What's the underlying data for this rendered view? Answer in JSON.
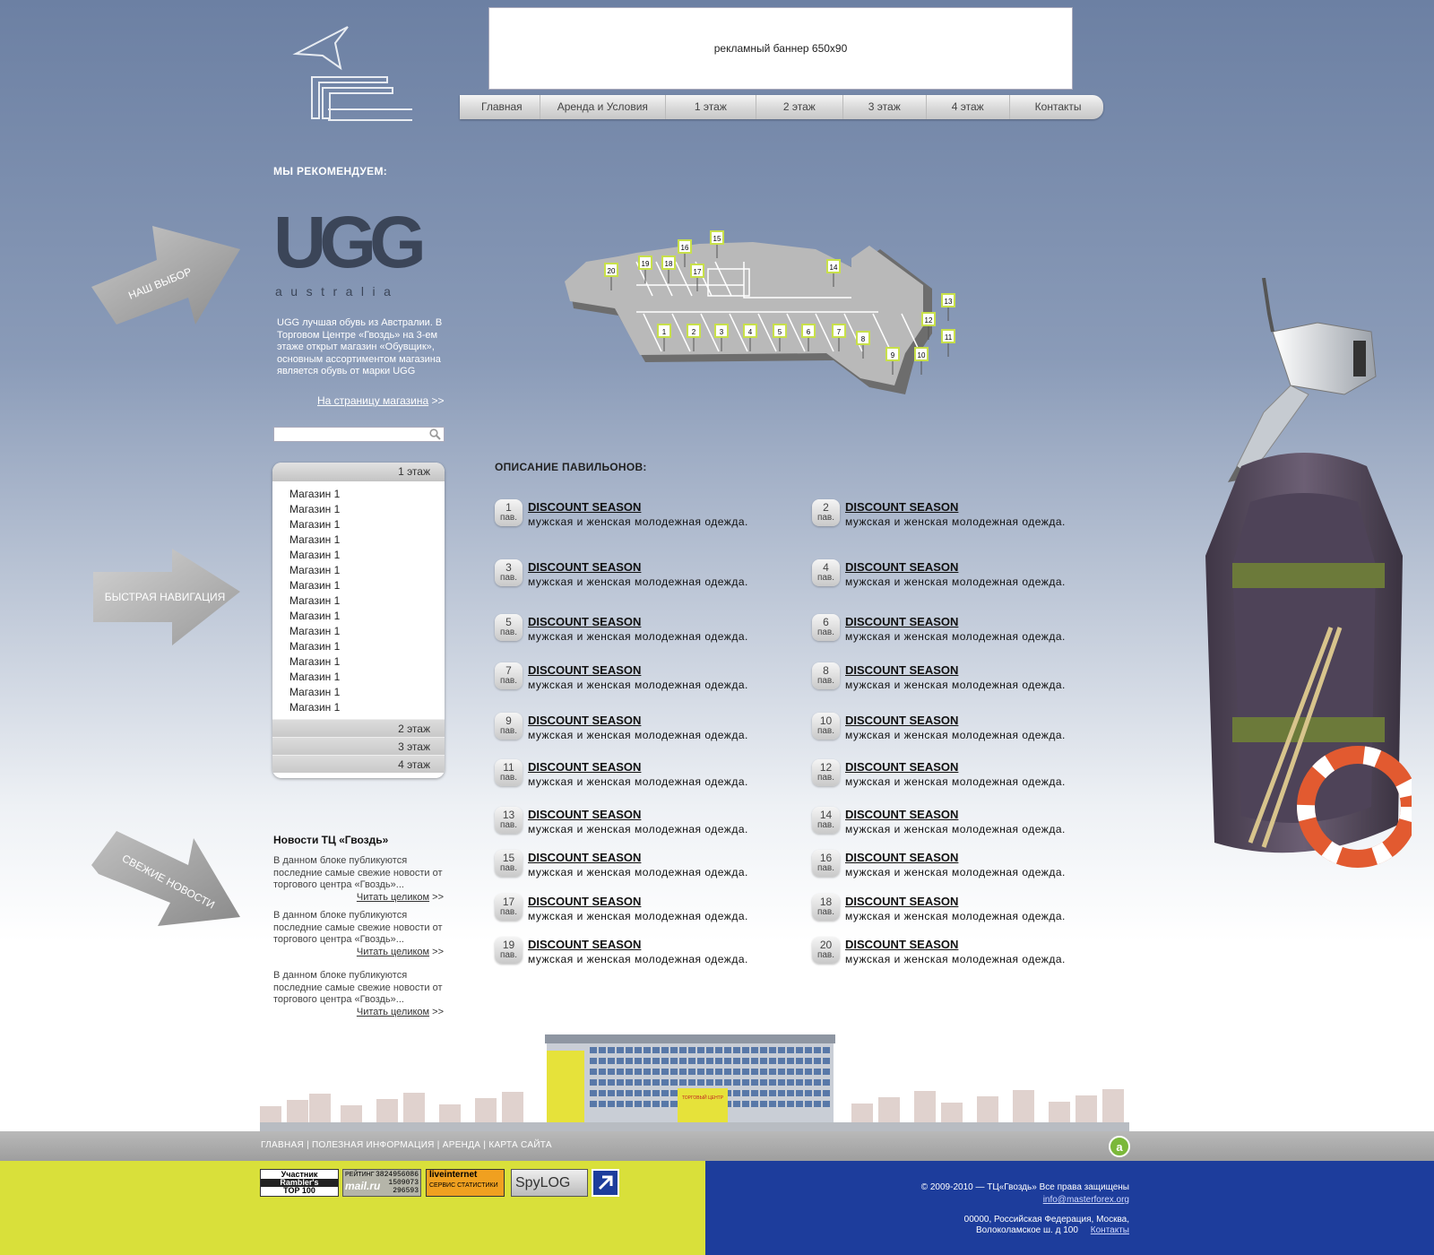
{
  "banner": {
    "text": "рекламный баннер 650x90"
  },
  "nav": {
    "items": [
      "Главная",
      "Аренда и Условия",
      "1 этаж",
      "2 этаж",
      "3 этаж",
      "4 этаж",
      "Контакты"
    ]
  },
  "recommend": {
    "title": "МЫ РЕКОМЕНДУЕМ:",
    "brand_text": "UGG",
    "brand_sub": "australia",
    "description": "UGG лучшая обувь из Австралии. В Торговом Центре «Гвоздь» на 3-ем этаже открыт магазин «Обувщик», основным ассортиментом магазина является обувь от марки UGG",
    "link_label": "На страницу магазина",
    "link_suffix": " >>"
  },
  "search": {
    "placeholder": ""
  },
  "quicknav": {
    "floor1": "1 этаж",
    "shops": [
      "Магазин 1",
      "Магазин 1",
      "Магазин 1",
      "Магазин 1",
      "Магазин 1",
      "Магазин 1",
      "Магазин 1",
      "Магазин 1",
      "Магазин 1",
      "Магазин 1",
      "Магазин 1",
      "Магазин 1",
      "Магазин 1",
      "Магазин 1",
      "Магазин 1"
    ],
    "floor2": "2 этаж",
    "floor3": "3 этаж",
    "floor4": "4 этаж"
  },
  "arrows": {
    "our_choice": "НАШ ВЫБОР",
    "quick_nav": "БЫСТРАЯ НАВИГАЦИЯ",
    "fresh_news": "СВЕЖИЕ НОВОСТИ"
  },
  "news": {
    "title": "Новости ТЦ «Гвоздь»",
    "items": [
      {
        "text": "В данном блоке публикуются последние самые свежие новости от торгового центра «Гвоздь»...",
        "more": "Читать целиком"
      },
      {
        "text": "В данном блоке публикуются последние самые свежие новости от торгового центра «Гвоздь»...",
        "more": "Читать целиком"
      },
      {
        "text": "В данном блоке публикуются последние самые свежие новости от торгового центра «Гвоздь»...",
        "more": "Читать целиком"
      }
    ],
    "more_suffix": " >>"
  },
  "map": {
    "labels": [
      "1",
      "2",
      "3",
      "4",
      "5",
      "6",
      "7",
      "8",
      "9",
      "10",
      "11",
      "12",
      "13",
      "14",
      "15",
      "16",
      "17",
      "18",
      "19",
      "20"
    ]
  },
  "pavilions": {
    "title": "ОПИСАНИЕ ПАВИЛЬОНОВ:",
    "unit": "пав.",
    "items": [
      {
        "num": "1",
        "name": "DISCOUNT SEASON",
        "desc": "мужская и женская молодежная одежда."
      },
      {
        "num": "2",
        "name": "DISCOUNT SEASON",
        "desc": "мужская и женская молодежная одежда."
      },
      {
        "num": "3",
        "name": "DISCOUNT SEASON",
        "desc": "мужская и женская молодежная одежда."
      },
      {
        "num": "4",
        "name": "DISCOUNT SEASON",
        "desc": "мужская и женская молодежная одежда."
      },
      {
        "num": "5",
        "name": "DISCOUNT SEASON",
        "desc": "мужская и женская молодежная одежда."
      },
      {
        "num": "6",
        "name": "DISCOUNT SEASON",
        "desc": "мужская и женская молодежная одежда."
      },
      {
        "num": "7",
        "name": "DISCOUNT SEASON",
        "desc": "мужская и женская молодежная одежда."
      },
      {
        "num": "8",
        "name": "DISCOUNT SEASON",
        "desc": "мужская и женская молодежная одежда."
      },
      {
        "num": "9",
        "name": "DISCOUNT SEASON",
        "desc": "мужская и женская молодежная одежда."
      },
      {
        "num": "10",
        "name": "DISCOUNT SEASON",
        "desc": "мужская и женская молодежная одежда."
      },
      {
        "num": "11",
        "name": "DISCOUNT SEASON",
        "desc": "мужская и женская молодежная одежда."
      },
      {
        "num": "12",
        "name": "DISCOUNT SEASON",
        "desc": "мужская и женская молодежная одежда."
      },
      {
        "num": "13",
        "name": "DISCOUNT SEASON",
        "desc": "мужская и женская молодежная одежда."
      },
      {
        "num": "14",
        "name": "DISCOUNT SEASON",
        "desc": "мужская и женская молодежная одежда."
      },
      {
        "num": "15",
        "name": "DISCOUNT SEASON",
        "desc": "мужская и женская молодежная одежда."
      },
      {
        "num": "16",
        "name": "DISCOUNT SEASON",
        "desc": "мужская и женская молодежная одежда."
      },
      {
        "num": "17",
        "name": "DISCOUNT SEASON",
        "desc": "мужская и женская молодежная одежда."
      },
      {
        "num": "18",
        "name": "DISCOUNT SEASON",
        "desc": "мужская и женская молодежная одежда."
      },
      {
        "num": "19",
        "name": "DISCOUNT SEASON",
        "desc": "мужская и женская молодежная одежда."
      },
      {
        "num": "20",
        "name": "DISCOUNT SEASON",
        "desc": "мужская и женская молодежная одежда."
      }
    ]
  },
  "building": {
    "sign": "ТОРГОВЫЙ ЦЕНТР"
  },
  "footer": {
    "links": [
      "ГЛАВНАЯ",
      "ПОЛЕЗНАЯ ИНФОРМАЦИЯ",
      "АРЕНДА",
      "КАРТА САЙТА"
    ],
    "separator": " | ",
    "copyright": "© 2009-2010 — ТЦ«Гвоздь» Все права защищены",
    "email": "info@masterforex.org",
    "address_line1": "00000, Российская Федерация, Москва,",
    "address_line2": "Волоколамское ш. д 100",
    "contacts": "Контакты",
    "counters": {
      "rambler": [
        "Участник",
        "Rambler's",
        "TOP 100"
      ],
      "mailru": {
        "label": "РЕЙТИНГ",
        "brand": "mail.ru",
        "nums": [
          "3824956086",
          "1509073",
          "296593"
        ]
      },
      "liveinternet": [
        "liveinternet",
        "СЕРВИС СТАТИСТИКИ"
      ],
      "spylog": "SpyLOG"
    }
  },
  "colors": {
    "footer_yellow": "#d9e03a",
    "footer_blue": "#1d3d9c",
    "map_tag": "#c8e04a"
  }
}
